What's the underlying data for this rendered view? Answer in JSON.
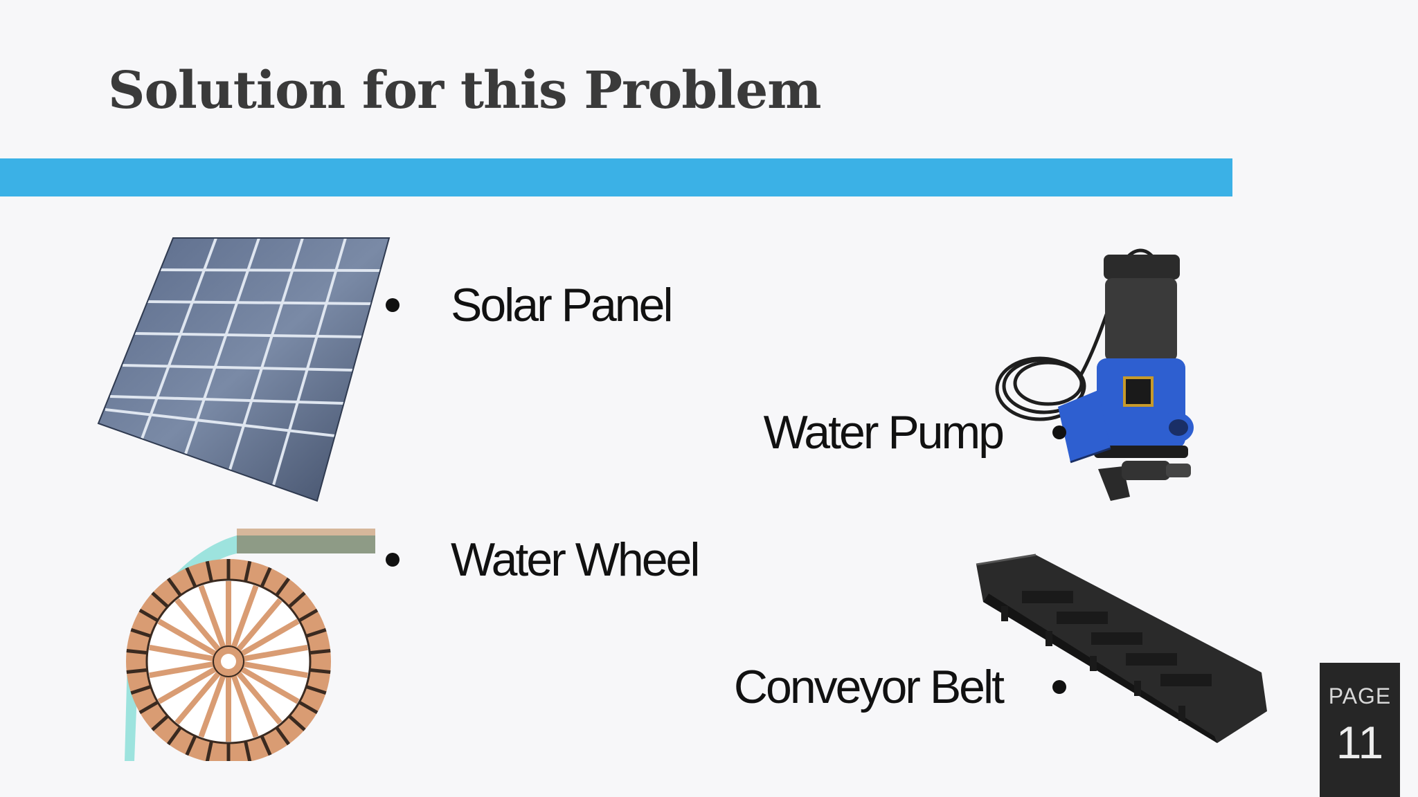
{
  "slide": {
    "title": "Solution for this Problem",
    "items": [
      {
        "label": "Solar Panel"
      },
      {
        "label": "Water Pump"
      },
      {
        "label": "Water Wheel"
      },
      {
        "label": "Conveyor Belt"
      }
    ],
    "page": {
      "label": "PAGE",
      "number": "11"
    }
  },
  "colors": {
    "accent": "#3bb1e6",
    "background": "#f7f7f9",
    "page_box": "#262626",
    "title": "#3a3a3a"
  },
  "icons": [
    "solar-panel-icon",
    "water-pump-icon",
    "water-wheel-icon",
    "conveyor-belt-icon"
  ]
}
